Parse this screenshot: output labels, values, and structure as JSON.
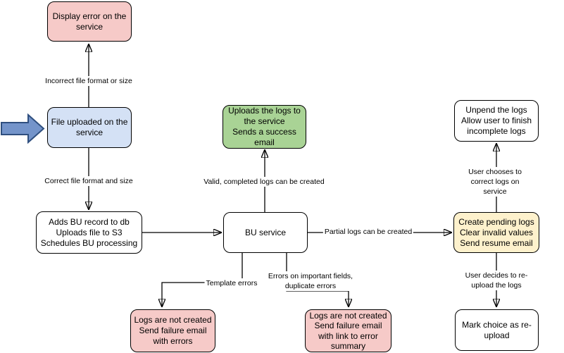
{
  "diagram": {
    "type": "flowchart",
    "nodes": {
      "display_error": {
        "text": "Display error on the\nservice",
        "color": "pink_fill"
      },
      "file_uploaded": {
        "text": "File uploaded on the\nservice",
        "color": "blue_fill"
      },
      "adds_bu_record": {
        "text": "Adds BU record to db\nUploads file to S3\nSchedules BU processing",
        "color": "white_fill"
      },
      "bu_service": {
        "text": "BU service",
        "color": "white_fill"
      },
      "uploads_logs_success": {
        "text": "Uploads the logs to\nthe service\nSends a success\nemail",
        "color": "green_fill"
      },
      "unpend_logs": {
        "text": "Unpend the logs\nAllow user to finish\nincomplete logs",
        "color": "white_fill"
      },
      "create_pending_logs": {
        "text": "Create pending logs\nClear invalid values\nSend resume email",
        "color": "yellow_fill"
      },
      "mark_reupload": {
        "text": "Mark choice as re-\nupload",
        "color": "white_fill"
      },
      "logs_failure_errors": {
        "text": "Logs are not created\nSend failure email\nwith errors",
        "color": "pink_fill"
      },
      "logs_failure_summary": {
        "text": "Logs are not created\nSend failure email\nwith link to error\nsummary",
        "color": "pink_fill"
      }
    },
    "edge_labels": {
      "incorrect_file": "Incorrect file format or size",
      "correct_file": "Correct file format and size",
      "valid_completed": "Valid, completed logs can be created",
      "partial_logs": "Partial logs can be created",
      "template_errors": "Template errors",
      "errors_important_fields": "Errors on important fields,\nduplicate errors",
      "user_chooses_correct": "User chooses to correct logs on service",
      "user_decides_reupload": "User decides to re-upload the logs"
    },
    "edges": [
      {
        "from": "file_uploaded",
        "to": "display_error",
        "label": "incorrect_file"
      },
      {
        "from": "file_uploaded",
        "to": "adds_bu_record",
        "label": "correct_file"
      },
      {
        "from": "adds_bu_record",
        "to": "bu_service",
        "label": ""
      },
      {
        "from": "bu_service",
        "to": "uploads_logs_success",
        "label": "valid_completed"
      },
      {
        "from": "bu_service",
        "to": "create_pending_logs",
        "label": "partial_logs"
      },
      {
        "from": "bu_service",
        "to": "logs_failure_errors",
        "label": "template_errors"
      },
      {
        "from": "bu_service",
        "to": "logs_failure_summary",
        "label": "errors_important_fields"
      },
      {
        "from": "create_pending_logs",
        "to": "unpend_logs",
        "label": "user_chooses_correct"
      },
      {
        "from": "create_pending_logs",
        "to": "mark_reupload",
        "label": "user_decides_reupload"
      }
    ],
    "colors": {
      "pink_fill": "#f6cac8",
      "blue_fill": "#d4e1f5",
      "green_fill": "#a9d395",
      "yellow_fill": "#fdf1cc",
      "white_fill": "#ffffff",
      "stroke": "#000000",
      "arrow_icon_fill": "#7494ca",
      "arrow_icon_stroke": "#2f4f7f"
    }
  }
}
